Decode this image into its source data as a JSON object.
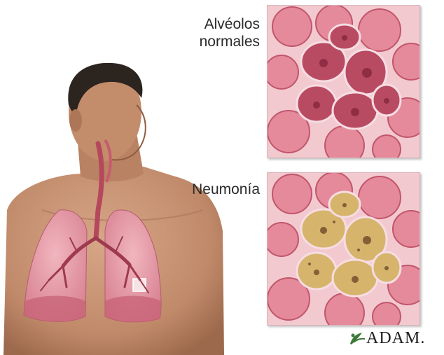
{
  "labels": {
    "normal_line1": "Alvéolos",
    "normal_line2": "normales",
    "pneumonia": "Neumonía"
  },
  "logo": {
    "text": "ADAM."
  },
  "colors": {
    "skin": "#c99677",
    "skin_shadow": "#a36f52",
    "lung_tissue": "#e49aa6",
    "lung_dark": "#b5485c",
    "alveoli_wall": "#e27f92",
    "alveoli_inner": "#c0465f",
    "fluid": "#d6b46c",
    "background": "#ffffff"
  },
  "icons": {
    "logo_mark": "leaf-flourish-icon"
  }
}
